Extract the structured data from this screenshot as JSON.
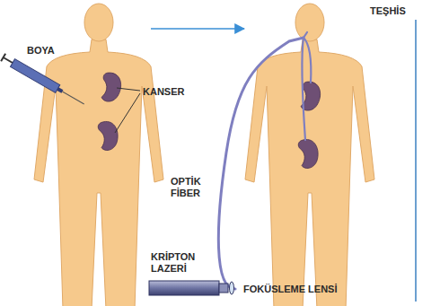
{
  "diagram": {
    "labels": [
      "BOYA",
      "KANSER",
      "OPTİK FİBER",
      "KRİPTON LAZERİ",
      "FOKÜSLEME LENSİ",
      "TEŞHİS"
    ]
  }
}
